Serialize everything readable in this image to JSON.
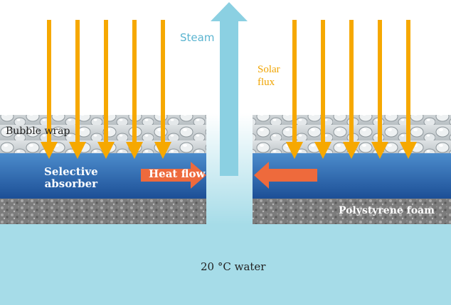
{
  "labels": {
    "steam": "Steam",
    "solar_line1": "Solar",
    "solar_line2": "flux",
    "bubble_wrap": "Bubble wrap",
    "absorber_line1": "Selective",
    "absorber_line2": "absorber",
    "heat_flow": "Heat flow",
    "foam": "Polystyrene foam",
    "water": "20 °C water"
  },
  "colors": {
    "water": "#a6dce8",
    "steam_arrow": "#8bd0e2",
    "steam_text": "#5ab4d0",
    "solar_arrow": "#f6a800",
    "solar_text": "#f0a400",
    "heat_arrow": "#ee6a3c",
    "absorber_top": "#4c8ccc",
    "absorber_bottom": "#1c4f96",
    "foam": "#7e7e7e",
    "bubble": "#c9cfd2"
  }
}
